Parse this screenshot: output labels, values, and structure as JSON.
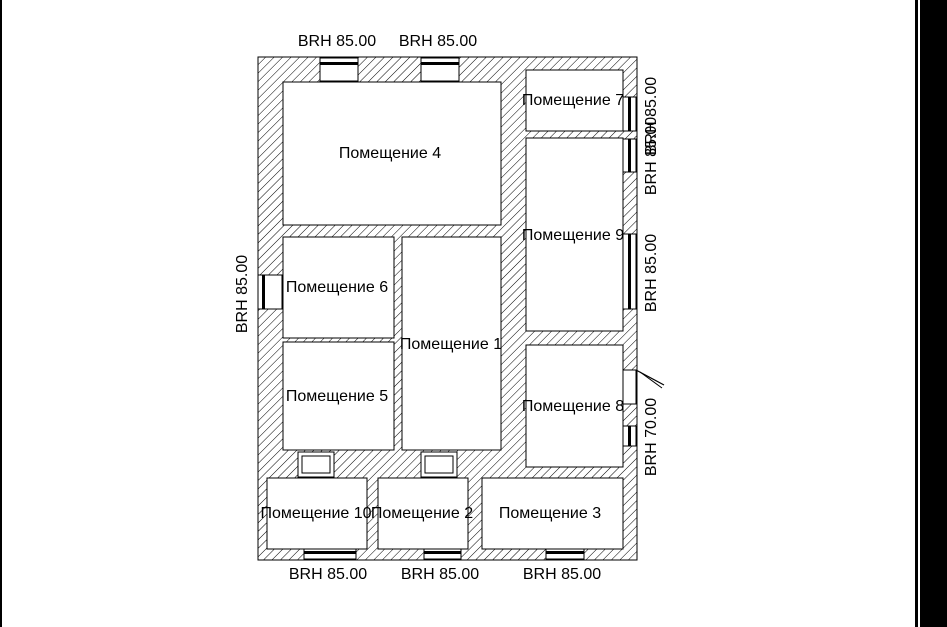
{
  "rooms": {
    "r1": "Помещение 1",
    "r2": "Помещение 2",
    "r3": "Помещение 3",
    "r4": "Помещение 4",
    "r5": "Помещение 5",
    "r6": "Помещение 6",
    "r7": "Помещение 7",
    "r8": "Помещение 8",
    "r9": "Помещение 9",
    "r10": "Помещение 10"
  },
  "windows": {
    "top_left": "BRH 85.00",
    "top_right": "BRH 85.00",
    "bottom_left": "BRH 85.00",
    "bottom_mid": "BRH 85.00",
    "bottom_right": "BRH 85.00",
    "left": "BRH 85.00",
    "right_top_a": "BRH 85.00",
    "right_top_b": "BRH 85.00",
    "right_mid": "BRH 85.00",
    "right_low": "BRH 70.00"
  }
}
